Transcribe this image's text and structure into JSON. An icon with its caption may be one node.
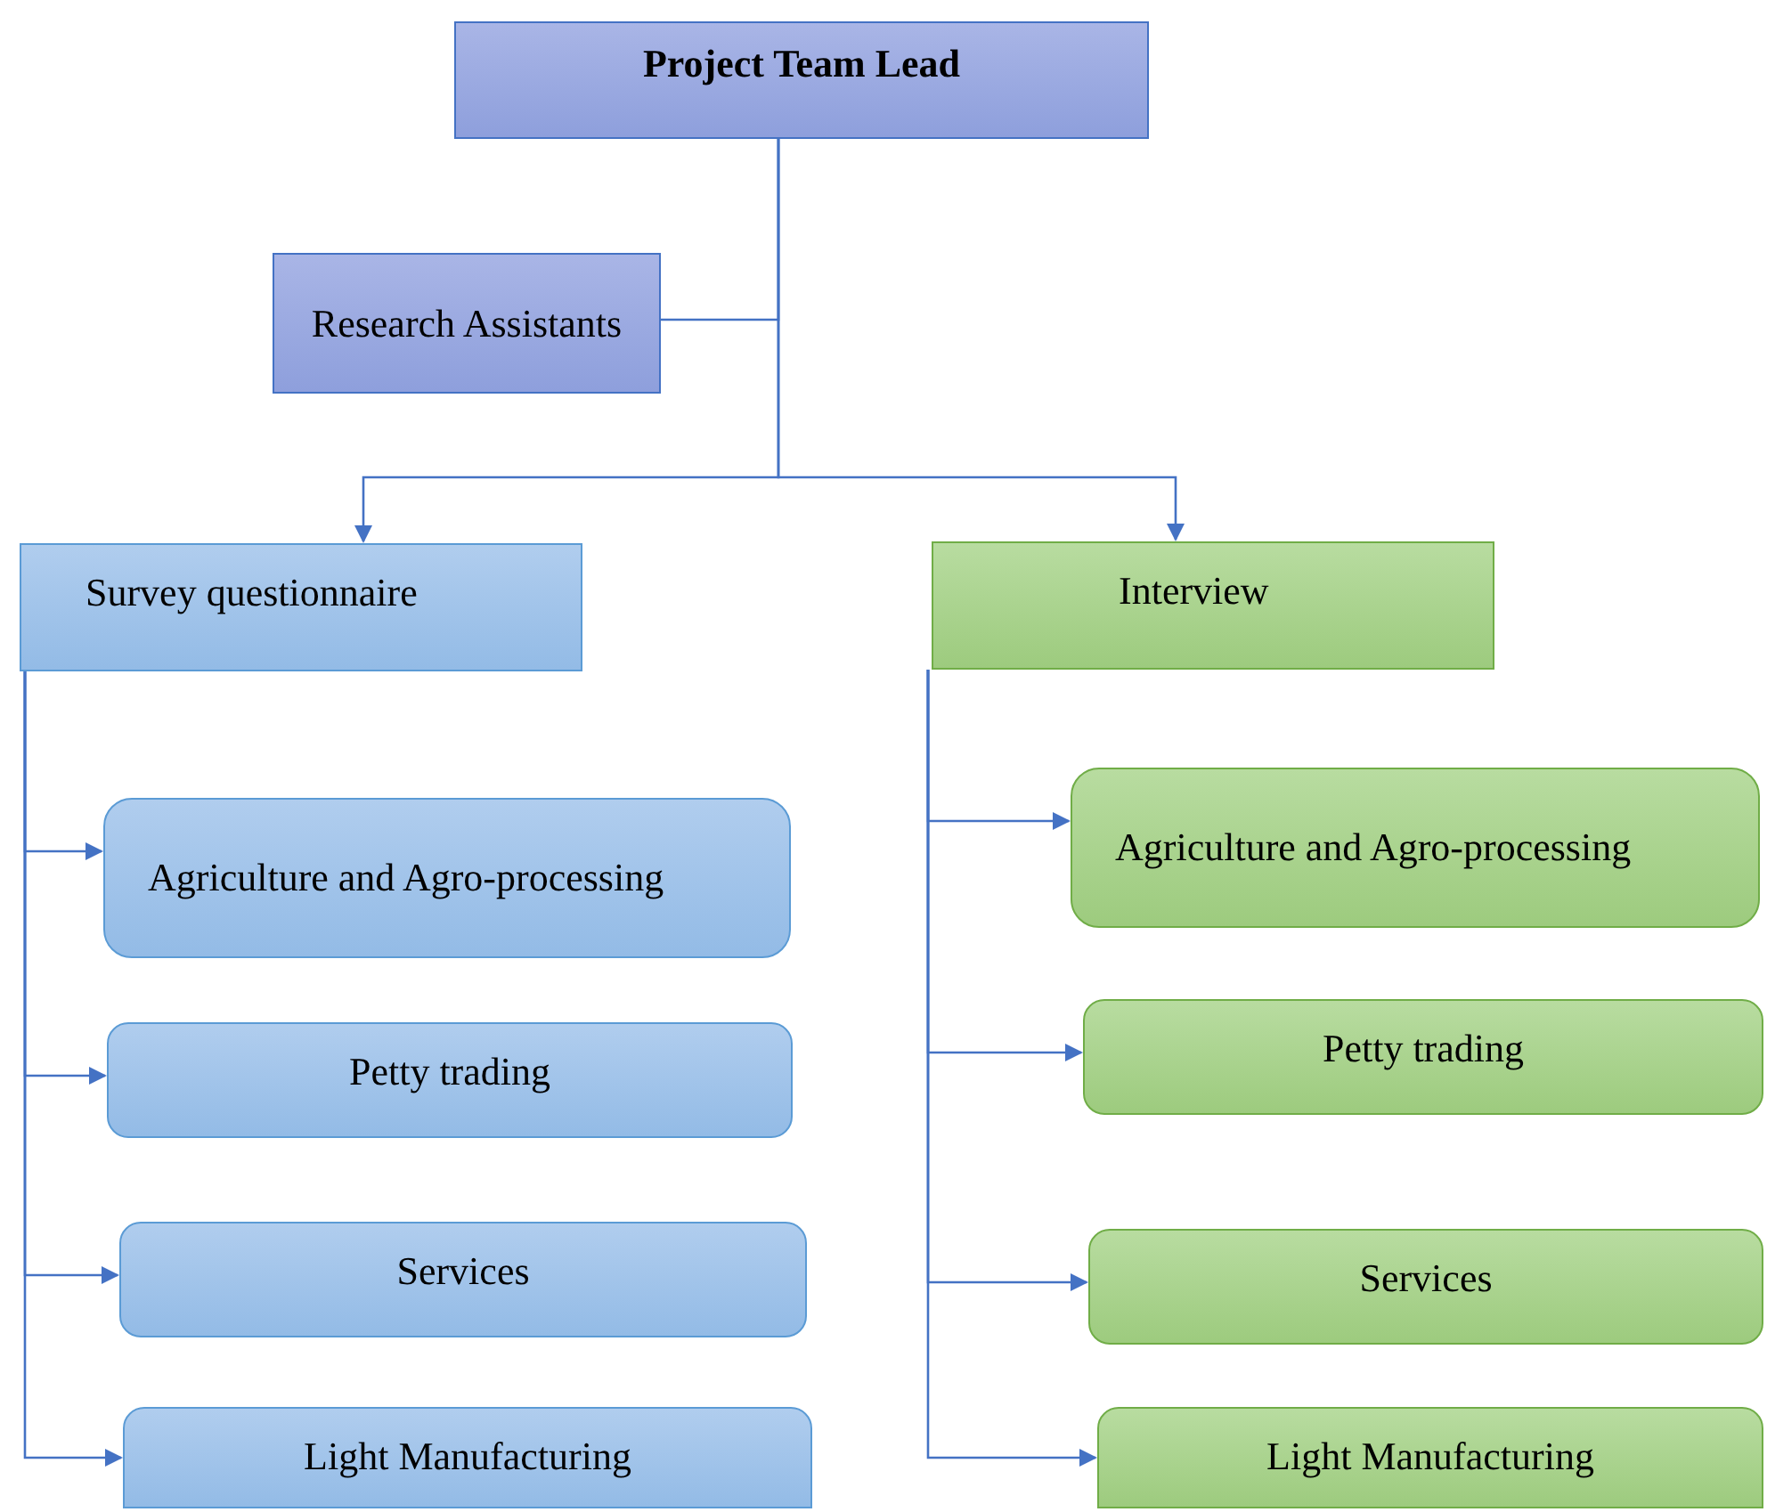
{
  "diagram": {
    "nodes": [
      {
        "text": [
          "Project Team Lead"
        ]
      },
      {
        "text": [
          "Research Assistants"
        ]
      },
      {
        "text": [
          "Survey questionnaire"
        ]
      },
      {
        "text": [
          "Interview"
        ]
      },
      {
        "text": [
          "Agriculture and Agro-processing"
        ]
      },
      {
        "text": [
          "Petty trading"
        ]
      },
      {
        "text": [
          "Services"
        ]
      },
      {
        "text": [
          "Light Manufacturing"
        ]
      },
      {
        "text": [
          "Agriculture and Agro-processing"
        ]
      },
      {
        "text": [
          "Petty trading"
        ]
      },
      {
        "text": [
          "Services"
        ]
      },
      {
        "text": [
          "Light Manufacturing"
        ]
      }
    ],
    "edges": [
      {
        "from": 0,
        "to": 1,
        "arrow": "none"
      },
      {
        "from": 0,
        "to": 2,
        "arrow": "to"
      },
      {
        "from": 0,
        "to": 3,
        "arrow": "to"
      },
      {
        "from": 2,
        "to": 4,
        "arrow": "to"
      },
      {
        "from": 2,
        "to": 5,
        "arrow": "to"
      },
      {
        "from": 2,
        "to": 6,
        "arrow": "to"
      },
      {
        "from": 2,
        "to": 7,
        "arrow": "to"
      },
      {
        "from": 3,
        "to": 8,
        "arrow": "to"
      },
      {
        "from": 3,
        "to": 9,
        "arrow": "to"
      },
      {
        "from": 3,
        "to": 10,
        "arrow": "to"
      },
      {
        "from": 3,
        "to": 11,
        "arrow": "to"
      }
    ]
  }
}
